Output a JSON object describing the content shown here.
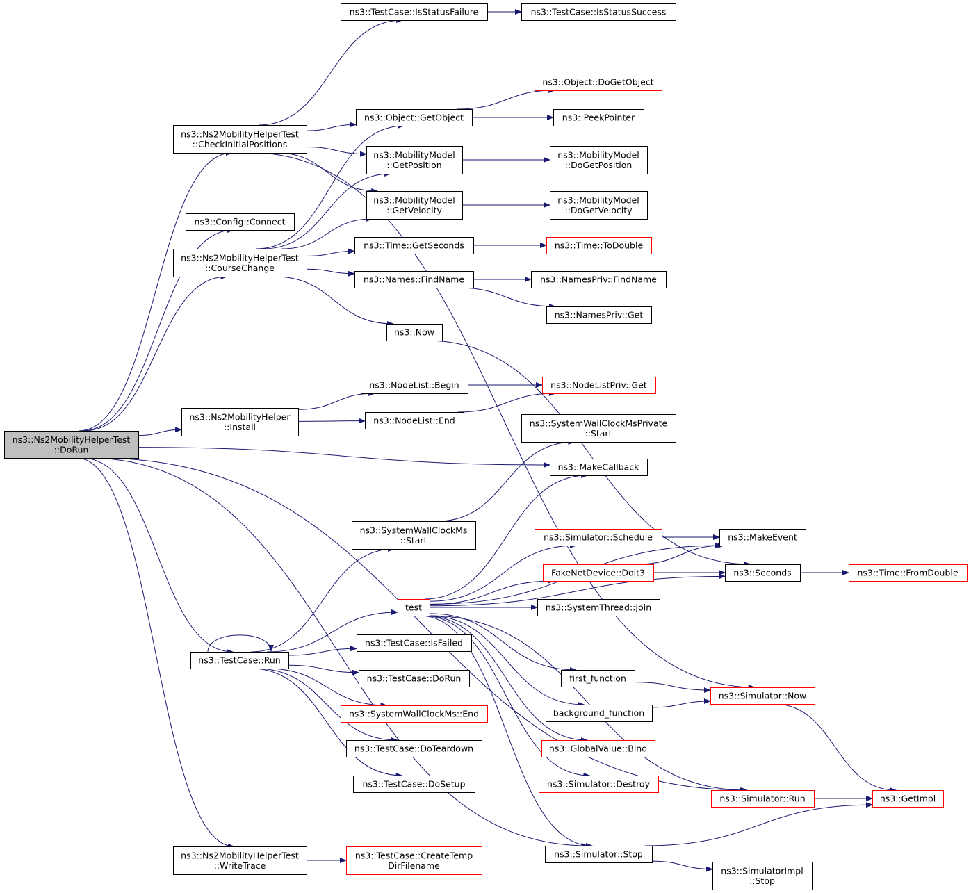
{
  "diagram": {
    "colors": {
      "edge": "#191970",
      "node_border": "#000000",
      "node_border_truncated": "#ff0000",
      "root_fill": "#bfbfbf"
    },
    "nodes": [
      {
        "id": "dorun_root",
        "lines": [
          "ns3::Ns2MobilityHelperTest",
          "::DoRun"
        ],
        "style": "root"
      },
      {
        "id": "check_initial",
        "lines": [
          "ns3::Ns2MobilityHelperTest",
          "::CheckInitialPositions"
        ],
        "style": "normal"
      },
      {
        "id": "config_connect",
        "lines": [
          "ns3::Config::Connect"
        ],
        "style": "normal"
      },
      {
        "id": "course_change",
        "lines": [
          "ns3::Ns2MobilityHelperTest",
          "::CourseChange"
        ],
        "style": "normal"
      },
      {
        "id": "helper_install",
        "lines": [
          "ns3::Ns2MobilityHelper",
          "::Install"
        ],
        "style": "normal"
      },
      {
        "id": "testcase_run",
        "lines": [
          "ns3::TestCase::Run"
        ],
        "style": "normal"
      },
      {
        "id": "write_trace",
        "lines": [
          "ns3::Ns2MobilityHelperTest",
          "::WriteTrace"
        ],
        "style": "normal"
      },
      {
        "id": "is_status_failure",
        "lines": [
          "ns3::TestCase::IsStatusFailure"
        ],
        "style": "normal"
      },
      {
        "id": "is_status_success",
        "lines": [
          "ns3::TestCase::IsStatusSuccess"
        ],
        "style": "normal"
      },
      {
        "id": "do_get_object",
        "lines": [
          "ns3::Object::DoGetObject"
        ],
        "style": "truncated"
      },
      {
        "id": "get_object",
        "lines": [
          "ns3::Object::GetObject"
        ],
        "style": "normal"
      },
      {
        "id": "peek_pointer",
        "lines": [
          "ns3::PeekPointer"
        ],
        "style": "normal"
      },
      {
        "id": "get_position",
        "lines": [
          "ns3::MobilityModel",
          "::GetPosition"
        ],
        "style": "normal"
      },
      {
        "id": "do_get_position",
        "lines": [
          "ns3::MobilityModel",
          "::DoGetPosition"
        ],
        "style": "normal"
      },
      {
        "id": "get_velocity",
        "lines": [
          "ns3::MobilityModel",
          "::GetVelocity"
        ],
        "style": "normal"
      },
      {
        "id": "do_get_velocity",
        "lines": [
          "ns3::MobilityModel",
          "::DoGetVelocity"
        ],
        "style": "normal"
      },
      {
        "id": "get_seconds",
        "lines": [
          "ns3::Time::GetSeconds"
        ],
        "style": "normal"
      },
      {
        "id": "to_double",
        "lines": [
          "ns3::Time::ToDouble"
        ],
        "style": "truncated"
      },
      {
        "id": "names_findname",
        "lines": [
          "ns3::Names::FindName"
        ],
        "style": "normal"
      },
      {
        "id": "namespriv_findname",
        "lines": [
          "ns3::NamesPriv::FindName"
        ],
        "style": "normal"
      },
      {
        "id": "namespriv_get",
        "lines": [
          "ns3::NamesPriv::Get"
        ],
        "style": "normal"
      },
      {
        "id": "ns3_now",
        "lines": [
          "ns3::Now"
        ],
        "style": "normal"
      },
      {
        "id": "nodelist_begin",
        "lines": [
          "ns3::NodeList::Begin"
        ],
        "style": "normal"
      },
      {
        "id": "nodelistpriv_get",
        "lines": [
          "ns3::NodeListPriv::Get"
        ],
        "style": "truncated"
      },
      {
        "id": "nodelist_end",
        "lines": [
          "ns3::NodeList::End"
        ],
        "style": "normal"
      },
      {
        "id": "swcm_private_start",
        "lines": [
          "ns3::SystemWallClockMsPrivate",
          "::Start"
        ],
        "style": "normal"
      },
      {
        "id": "make_callback",
        "lines": [
          "ns3::MakeCallback"
        ],
        "style": "normal"
      },
      {
        "id": "swcm_start",
        "lines": [
          "ns3::SystemWallClockMs",
          "::Start"
        ],
        "style": "normal"
      },
      {
        "id": "sim_schedule",
        "lines": [
          "ns3::Simulator::Schedule"
        ],
        "style": "truncated"
      },
      {
        "id": "make_event",
        "lines": [
          "ns3::MakeEvent"
        ],
        "style": "normal"
      },
      {
        "id": "fake_doit3",
        "lines": [
          "FakeNetDevice::Doit3"
        ],
        "style": "truncated"
      },
      {
        "id": "seconds",
        "lines": [
          "ns3::Seconds"
        ],
        "style": "normal"
      },
      {
        "id": "from_double",
        "lines": [
          "ns3::Time::FromDouble"
        ],
        "style": "truncated"
      },
      {
        "id": "test",
        "lines": [
          "test"
        ],
        "style": "truncated"
      },
      {
        "id": "thread_join",
        "lines": [
          "ns3::SystemThread::Join"
        ],
        "style": "normal"
      },
      {
        "id": "is_failed",
        "lines": [
          "ns3::TestCase::IsFailed"
        ],
        "style": "normal"
      },
      {
        "id": "tc_dorun",
        "lines": [
          "ns3::TestCase::DoRun"
        ],
        "style": "normal"
      },
      {
        "id": "first_function",
        "lines": [
          "first_function"
        ],
        "style": "normal"
      },
      {
        "id": "sim_now",
        "lines": [
          "ns3::Simulator::Now"
        ],
        "style": "truncated"
      },
      {
        "id": "swcm_end",
        "lines": [
          "ns3::SystemWallClockMs::End"
        ],
        "style": "truncated"
      },
      {
        "id": "background_function",
        "lines": [
          "background_function"
        ],
        "style": "normal"
      },
      {
        "id": "tc_teardown",
        "lines": [
          "ns3::TestCase::DoTeardown"
        ],
        "style": "normal"
      },
      {
        "id": "gv_bind",
        "lines": [
          "ns3::GlobalValue::Bind"
        ],
        "style": "truncated"
      },
      {
        "id": "tc_setup",
        "lines": [
          "ns3::TestCase::DoSetup"
        ],
        "style": "normal"
      },
      {
        "id": "sim_destroy",
        "lines": [
          "ns3::Simulator::Destroy"
        ],
        "style": "truncated"
      },
      {
        "id": "sim_run",
        "lines": [
          "ns3::Simulator::Run"
        ],
        "style": "truncated"
      },
      {
        "id": "get_impl",
        "lines": [
          "ns3::GetImpl"
        ],
        "style": "truncated"
      },
      {
        "id": "create_temp",
        "lines": [
          "ns3::TestCase::CreateTemp",
          "DirFilename"
        ],
        "style": "truncated"
      },
      {
        "id": "sim_stop",
        "lines": [
          "ns3::Simulator::Stop"
        ],
        "style": "normal"
      },
      {
        "id": "simimpl_stop",
        "lines": [
          "ns3::SimulatorImpl",
          "::Stop"
        ],
        "style": "normal"
      }
    ],
    "edges": [
      {
        "from": "dorun_root",
        "to": "check_initial"
      },
      {
        "from": "dorun_root",
        "to": "config_connect"
      },
      {
        "from": "dorun_root",
        "to": "course_change"
      },
      {
        "from": "dorun_root",
        "to": "helper_install"
      },
      {
        "from": "dorun_root",
        "to": "make_callback"
      },
      {
        "from": "dorun_root",
        "to": "testcase_run"
      },
      {
        "from": "dorun_root",
        "to": "sim_stop"
      },
      {
        "from": "dorun_root",
        "to": "write_trace"
      },
      {
        "from": "dorun_root",
        "to": "sim_run"
      },
      {
        "from": "check_initial",
        "to": "is_status_failure"
      },
      {
        "from": "check_initial",
        "to": "get_object"
      },
      {
        "from": "check_initial",
        "to": "get_position"
      },
      {
        "from": "check_initial",
        "to": "get_velocity"
      },
      {
        "from": "check_initial",
        "to": "sim_now"
      },
      {
        "from": "is_status_failure",
        "to": "is_status_success"
      },
      {
        "from": "get_object",
        "to": "do_get_object"
      },
      {
        "from": "get_object",
        "to": "peek_pointer"
      },
      {
        "from": "get_position",
        "to": "do_get_position"
      },
      {
        "from": "get_velocity",
        "to": "do_get_velocity"
      },
      {
        "from": "course_change",
        "to": "get_object"
      },
      {
        "from": "course_change",
        "to": "get_position"
      },
      {
        "from": "course_change",
        "to": "get_velocity"
      },
      {
        "from": "course_change",
        "to": "get_seconds"
      },
      {
        "from": "course_change",
        "to": "names_findname"
      },
      {
        "from": "course_change",
        "to": "ns3_now"
      },
      {
        "from": "get_seconds",
        "to": "to_double"
      },
      {
        "from": "names_findname",
        "to": "namespriv_findname"
      },
      {
        "from": "names_findname",
        "to": "namespriv_get"
      },
      {
        "from": "ns3_now",
        "to": "seconds"
      },
      {
        "from": "helper_install",
        "to": "nodelist_begin"
      },
      {
        "from": "helper_install",
        "to": "nodelist_end"
      },
      {
        "from": "nodelist_begin",
        "to": "nodelistpriv_get"
      },
      {
        "from": "nodelist_end",
        "to": "nodelistpriv_get"
      },
      {
        "from": "testcase_run",
        "to": "testcase_run"
      },
      {
        "from": "testcase_run",
        "to": "swcm_start"
      },
      {
        "from": "testcase_run",
        "to": "test"
      },
      {
        "from": "testcase_run",
        "to": "is_failed"
      },
      {
        "from": "testcase_run",
        "to": "tc_dorun"
      },
      {
        "from": "testcase_run",
        "to": "swcm_end"
      },
      {
        "from": "testcase_run",
        "to": "tc_teardown"
      },
      {
        "from": "testcase_run",
        "to": "tc_setup"
      },
      {
        "from": "swcm_start",
        "to": "swcm_private_start"
      },
      {
        "from": "test",
        "to": "make_callback"
      },
      {
        "from": "test",
        "to": "make_event"
      },
      {
        "from": "test",
        "to": "sim_schedule"
      },
      {
        "from": "test",
        "to": "fake_doit3"
      },
      {
        "from": "test",
        "to": "seconds"
      },
      {
        "from": "test",
        "to": "thread_join"
      },
      {
        "from": "test",
        "to": "first_function"
      },
      {
        "from": "test",
        "to": "background_function"
      },
      {
        "from": "test",
        "to": "gv_bind"
      },
      {
        "from": "test",
        "to": "sim_destroy"
      },
      {
        "from": "test",
        "to": "sim_run"
      },
      {
        "from": "test",
        "to": "sim_stop"
      },
      {
        "from": "sim_schedule",
        "to": "make_event"
      },
      {
        "from": "fake_doit3",
        "to": "make_event"
      },
      {
        "from": "fake_doit3",
        "to": "seconds"
      },
      {
        "from": "seconds",
        "to": "from_double"
      },
      {
        "from": "first_function",
        "to": "sim_now"
      },
      {
        "from": "background_function",
        "to": "sim_now"
      },
      {
        "from": "sim_now",
        "to": "get_impl"
      },
      {
        "from": "sim_run",
        "to": "get_impl"
      },
      {
        "from": "sim_stop",
        "to": "get_impl"
      },
      {
        "from": "sim_stop",
        "to": "simimpl_stop"
      },
      {
        "from": "write_trace",
        "to": "create_temp"
      }
    ]
  }
}
